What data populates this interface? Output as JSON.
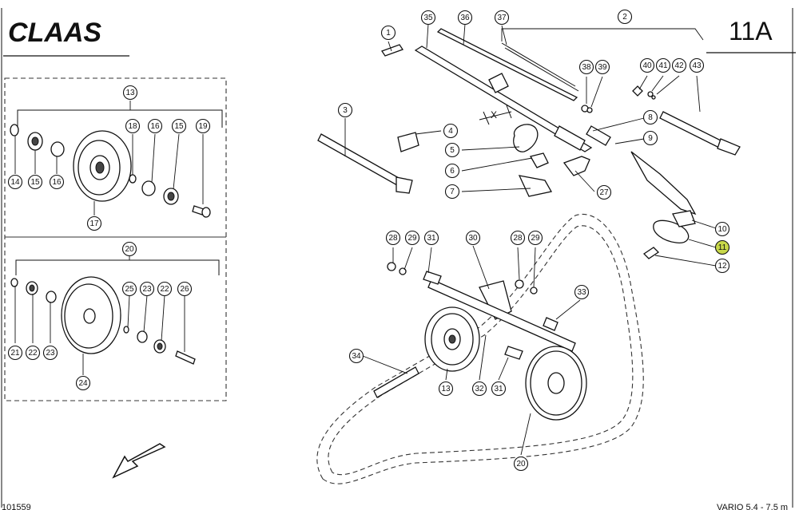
{
  "header": {
    "brand": "CLAAS",
    "page_code": "11A"
  },
  "footer": {
    "drawing_number": "101559",
    "model": "VARIO 5,4 - 7,5 m"
  },
  "dimension_label": "X",
  "highlight_color": "#c8d84a",
  "detail_groups": [
    "13",
    "20"
  ],
  "callouts": [
    "1",
    "2",
    "3",
    "4",
    "5",
    "6",
    "7",
    "8",
    "9",
    "10",
    "11",
    "12",
    "13",
    "14",
    "15",
    "16",
    "17",
    "18",
    "19",
    "20",
    "21",
    "22",
    "23",
    "24",
    "25",
    "26",
    "27",
    "28",
    "29",
    "30",
    "31",
    "32",
    "33",
    "34",
    "35",
    "36",
    "37",
    "38",
    "39",
    "40",
    "41",
    "42",
    "43"
  ],
  "highlighted_callout": "11"
}
